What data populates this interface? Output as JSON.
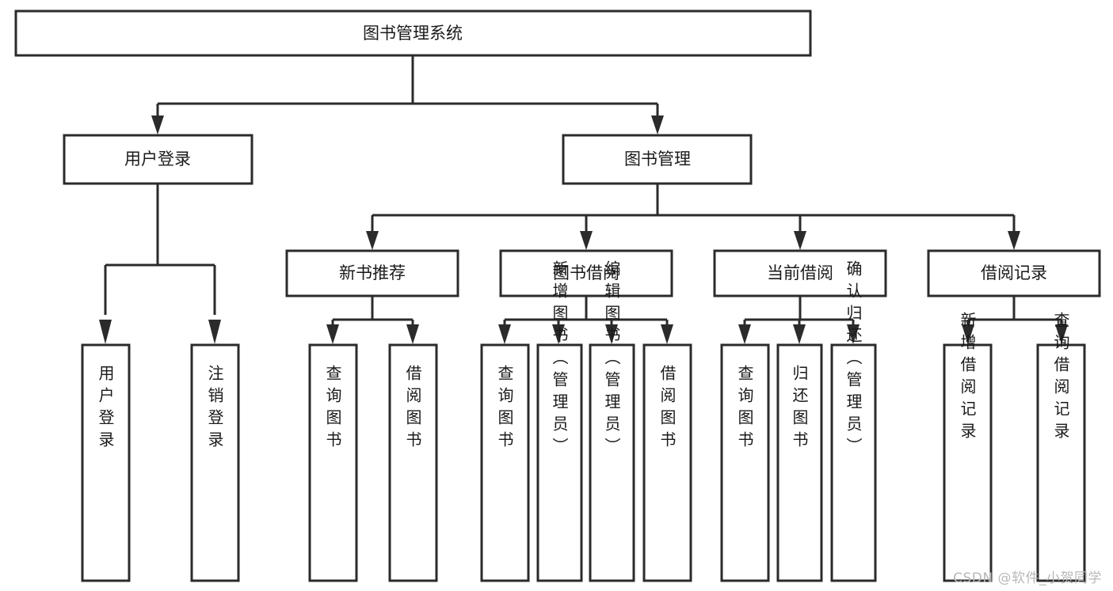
{
  "diagram": {
    "type": "tree",
    "title": "图书管理系统",
    "background_color": "#ffffff",
    "line_color": "#2b2b2b",
    "text_color": "#1a1a1a",
    "root": {
      "id": "root",
      "label": "图书管理系统"
    },
    "level2": [
      {
        "id": "user-login",
        "label": "用户登录"
      },
      {
        "id": "book-manage",
        "label": "图书管理"
      }
    ],
    "level3": [
      {
        "id": "new-book-recommend",
        "label": "新书推荐"
      },
      {
        "id": "book-borrow",
        "label": "图书借阅"
      },
      {
        "id": "current-borrow",
        "label": "当前借阅"
      },
      {
        "id": "borrow-record",
        "label": "借阅记录"
      }
    ],
    "leaves": {
      "user_login": [
        {
          "id": "leaf-user-login",
          "label": "用户登录"
        },
        {
          "id": "leaf-logout-login",
          "label": "注销登录"
        }
      ],
      "new_book_recommend": [
        {
          "id": "leaf-query-book-1",
          "label": "查询图书"
        },
        {
          "id": "leaf-borrow-book-1",
          "label": "借阅图书"
        }
      ],
      "book_borrow": [
        {
          "id": "leaf-query-book-2",
          "label": "查询图书"
        },
        {
          "id": "leaf-add-book",
          "label": "新增图书（管理员）"
        },
        {
          "id": "leaf-edit-book",
          "label": "编辑图书（管理员）"
        },
        {
          "id": "leaf-borrow-book-2",
          "label": "借阅图书"
        }
      ],
      "current_borrow": [
        {
          "id": "leaf-query-book-3",
          "label": "查询图书"
        },
        {
          "id": "leaf-return-book",
          "label": "归还图书"
        },
        {
          "id": "leaf-confirm-return",
          "label": "确认归还（管理员）"
        }
      ],
      "borrow_record": [
        {
          "id": "leaf-add-record",
          "label": "新增借阅记录"
        },
        {
          "id": "leaf-query-record",
          "label": "查询借阅记录"
        }
      ]
    }
  },
  "watermark": {
    "text": "CSDN @软件_小贺同学"
  }
}
